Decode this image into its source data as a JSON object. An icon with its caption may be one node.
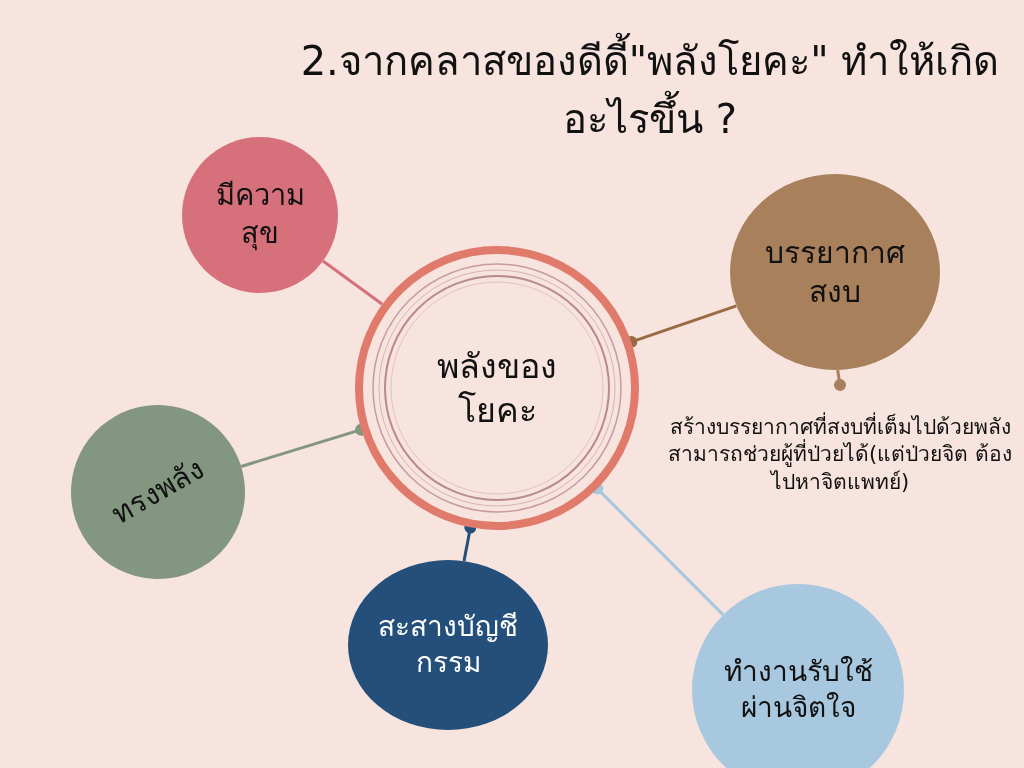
{
  "diagram": {
    "title": "2.จากคลาสของดีดี้\"พลังโยคะ\" ทำให้เกิดอะไรขึ้น ?",
    "nodes": [
      {
        "text": [
          "พลังของโยคะ"
        ]
      },
      {
        "text": [
          "มีความสุข"
        ]
      },
      {
        "text": [
          "บรรยากาศสงบ"
        ]
      },
      {
        "text": [
          "ทรงพลัง"
        ]
      },
      {
        "text": [
          "สะสางบัญชีกรรม"
        ]
      },
      {
        "text": [
          "ทำงานรับใช้ผ่านจิตใจ"
        ]
      },
      {
        "text": [
          "สร้างบรรยากาศที่สงบที่เต็มไปด้วยพลังสามารถช่วยผู้ที่ป่วยได้(แต่ป่วยจิต ต้องไปหาจิตแพทย์)"
        ]
      }
    ],
    "edges": [
      {
        "from": 1,
        "to": 0,
        "arrow": "none",
        "color": "#d6707a"
      },
      {
        "from": 2,
        "to": 0,
        "arrow": "other",
        "color": "#9a6a42"
      },
      {
        "from": 3,
        "to": 0,
        "arrow": "other",
        "color": "#839680"
      },
      {
        "from": 4,
        "to": 0,
        "arrow": "other",
        "color": "#244f7a"
      },
      {
        "from": 5,
        "to": 0,
        "arrow": "other",
        "color": "#a7c8df"
      },
      {
        "from": 2,
        "to": 6,
        "arrow": "other",
        "color": "#a9805c"
      }
    ]
  }
}
